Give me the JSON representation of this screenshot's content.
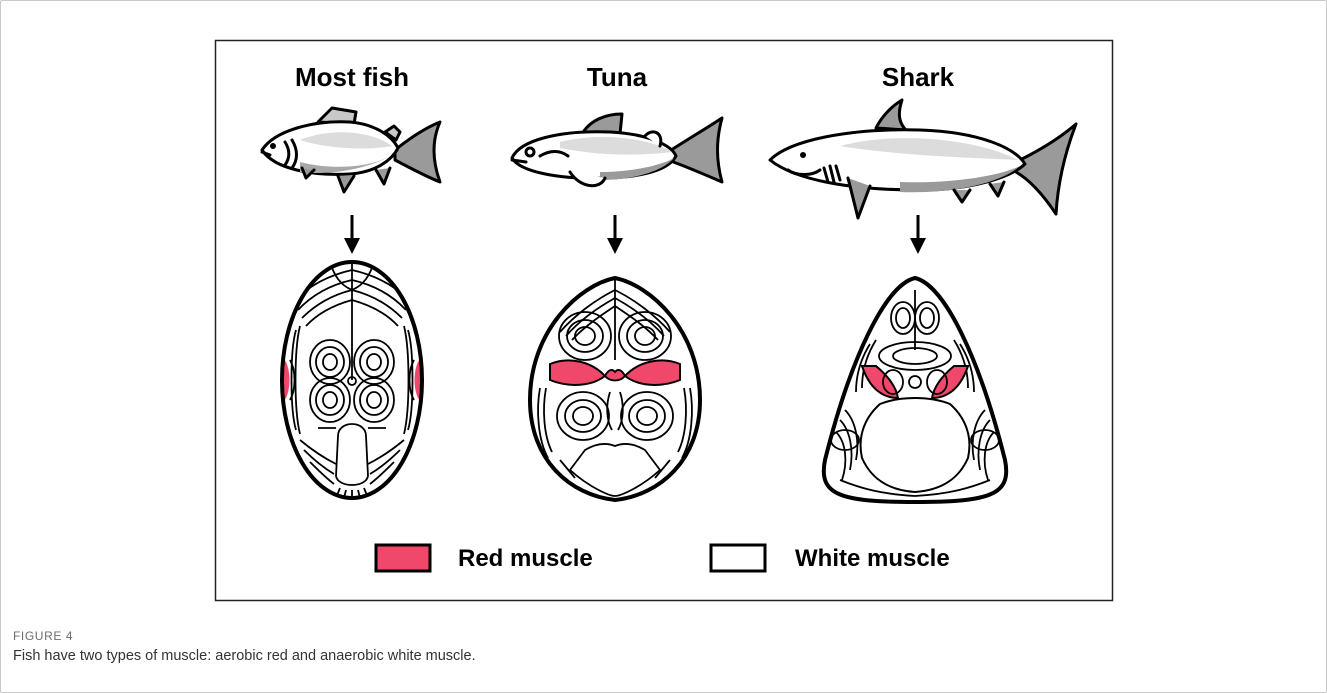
{
  "figure": {
    "titles": {
      "most_fish": "Most fish",
      "tuna": "Tuna",
      "shark": "Shark"
    },
    "legend": {
      "red_label": "Red muscle",
      "white_label": "White muscle"
    },
    "colors": {
      "red_muscle": "#f0486a",
      "white_muscle": "#ffffff",
      "outline": "#000000",
      "fin_grey": "#8c8c8c",
      "body_grey": "#dedede"
    }
  },
  "caption": {
    "label": "FIGURE 4",
    "text": "Fish have two types of muscle: aerobic red and anaerobic white muscle."
  }
}
